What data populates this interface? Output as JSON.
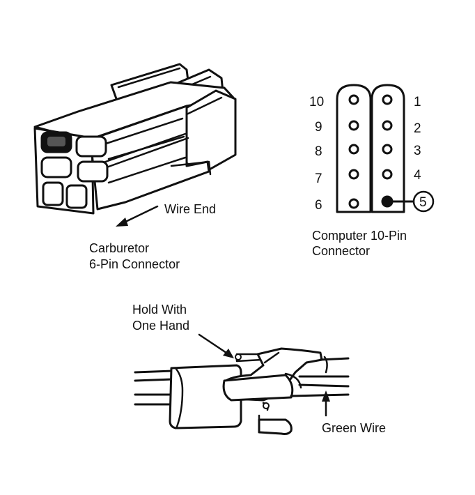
{
  "carb": {
    "title_line1": "Carburetor",
    "title_line2": "6-Pin Connector",
    "wire_end": "Wire End"
  },
  "computer": {
    "title_line1": "Computer 10-Pin",
    "title_line2": "Connector",
    "pins_left": [
      "10",
      "9",
      "8",
      "7",
      "6"
    ],
    "pins_right": [
      "1",
      "2",
      "3",
      "4"
    ],
    "highlight_pin": "5"
  },
  "bottom": {
    "hold_line1": "Hold With",
    "hold_line2": "One Hand",
    "green_wire": "Green Wire"
  }
}
